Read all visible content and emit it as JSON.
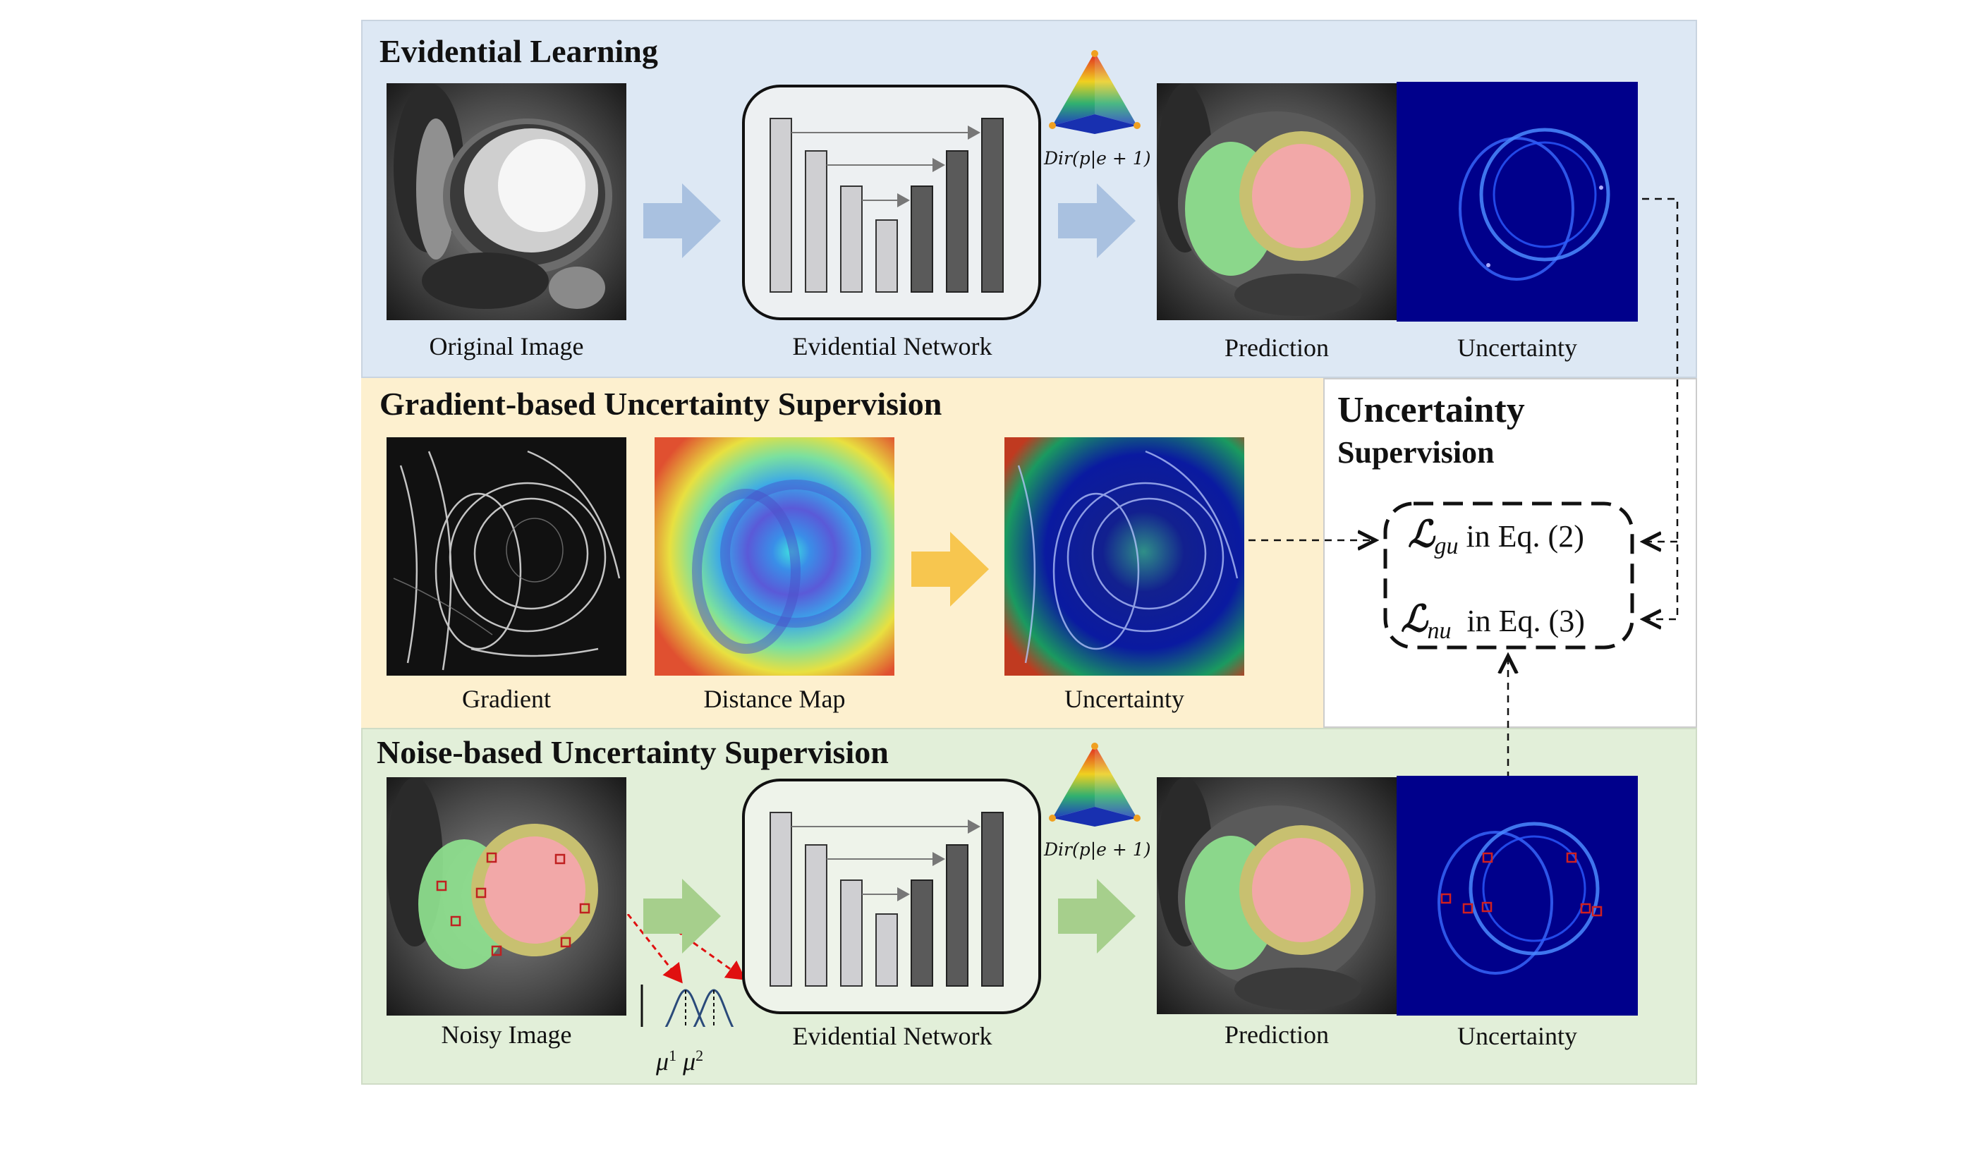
{
  "sections": {
    "evidential": {
      "title": "Evidential Learning",
      "bg": "#dde8f4"
    },
    "gradient": {
      "title": "Gradient-based Uncertainty Supervision",
      "bg": "#fdf0cf"
    },
    "noise": {
      "title": "Noise-based Uncertainty Supervision",
      "bg": "#e2efd9"
    },
    "supervision": {
      "title_line1": "Uncertainty",
      "title_line2": "Supervision"
    }
  },
  "captions": {
    "original_image": "Original Image",
    "evidential_network_top": "Evidential Network",
    "prediction_top": "Prediction",
    "uncertainty_top": "Uncertainty",
    "gradient": "Gradient",
    "distance_map": "Distance Map",
    "uncertainty_mid": "Uncertainty",
    "noisy_image": "Noisy Image",
    "evidential_network_bottom": "Evidential Network",
    "prediction_bottom": "Prediction",
    "uncertainty_bottom": "Uncertainty"
  },
  "dirichlet_label": "Dir(p|e + 1)",
  "losses": {
    "gu": {
      "symbol": "ℒ",
      "sub": "gu",
      "text": "in Eq. (2)"
    },
    "nu": {
      "symbol": "ℒ",
      "sub": "nu",
      "text": "in Eq. (3)"
    }
  },
  "mu_labels": {
    "mu1": "μ",
    "mu1_sup": "1",
    "mu2": "μ",
    "mu2_sup": "2"
  },
  "colors": {
    "arrow_blue": "#a9c1e0",
    "arrow_yellow": "#f7c64f",
    "arrow_green": "#a6cf8c",
    "bar_light": "#cfcfd2",
    "bar_dark": "#5a5a5a",
    "uncertainty_bg": "#00008b"
  }
}
